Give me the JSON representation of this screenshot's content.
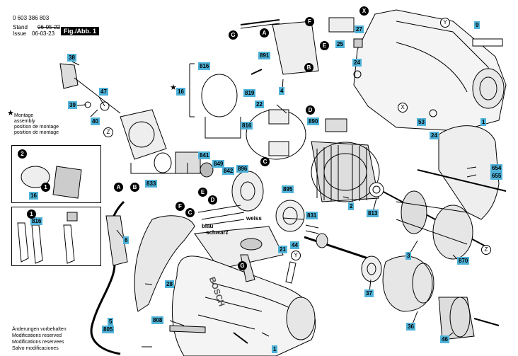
{
  "header": {
    "doc_number": "0 603 386 803",
    "stand_label": "Stand",
    "stand_date": "06-05-22",
    "issue_label": "Issue",
    "issue_date": "06-03-23",
    "fig_label": "Fig./Abb. 1"
  },
  "legend": {
    "star": "★",
    "lines": [
      "Montage",
      "assembly",
      "position de montage",
      "position de montage"
    ]
  },
  "footer": {
    "lines": [
      "Änderungen vorbehalten",
      "Modifications reserved",
      "Modifications reservees",
      "Salvo modificaciones"
    ]
  },
  "parts": {
    "p0": "38",
    "p1": "47",
    "p2": "39",
    "p3": "40",
    "p4": "16",
    "p5": "816",
    "p6": "816",
    "p7": "6",
    "p8": "5",
    "p9": "805",
    "p10": "16",
    "p11": "816",
    "p12": "816",
    "p13": "891",
    "p14": "819",
    "p15": "4",
    "p16": "22",
    "p17": "841",
    "p18": "849",
    "p19": "842",
    "p20": "896",
    "p21": "833",
    "p22": "895",
    "p23": "831",
    "p24": "2",
    "p25": "813",
    "p26": "44",
    "p27": "21",
    "p28": "870",
    "p29": "3",
    "p30": "28",
    "p31": "808",
    "p32": "37",
    "p33": "36",
    "p34": "46",
    "p35": "1",
    "p36": "1",
    "p37": "25",
    "p38": "27",
    "p39": "24",
    "p40": "53",
    "p41": "24",
    "p42": "890",
    "p43": "9",
    "p44": "654",
    "p45": "655"
  },
  "callouts": {
    "c0": "A",
    "c1": "B",
    "c2": "F",
    "c3": "G",
    "c4": "E",
    "c5": "B",
    "c6": "X",
    "c7": "D",
    "c8": "C",
    "c9": "E",
    "c10": "D",
    "c11": "F",
    "c12": "C",
    "c13": "G",
    "c14": "2",
    "c15": "1",
    "c16": "1"
  },
  "circled": {
    "o0": "Z",
    "o1": "Y",
    "o2": "X",
    "o3": "Z",
    "o4": "Y"
  },
  "labels": {
    "weiss": "weiss",
    "blau": "blau",
    "schwarz": "schwarz",
    "brand": "BOSCH"
  },
  "colors": {
    "tag_fill": "#4fb3d9",
    "callout_fill": "#000000"
  }
}
